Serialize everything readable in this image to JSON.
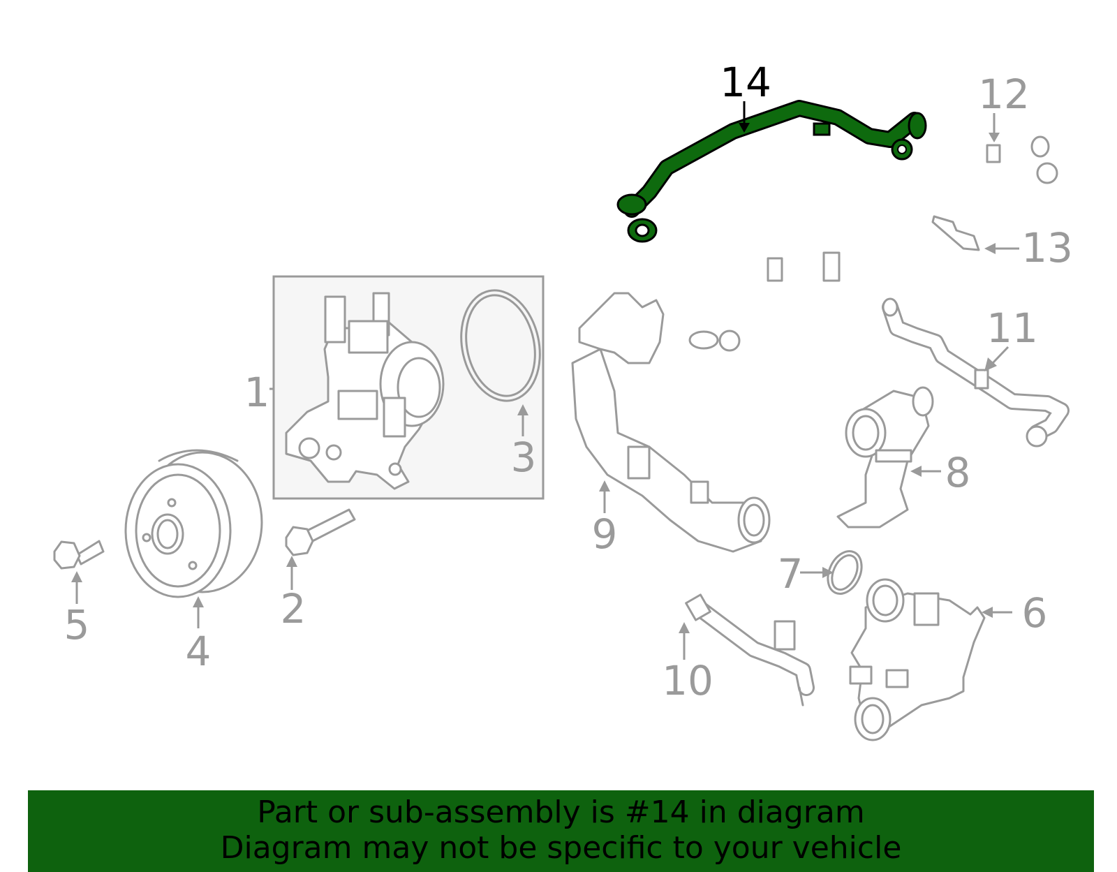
{
  "callouts": {
    "c1": "1",
    "c2": "2",
    "c3": "3",
    "c4": "4",
    "c5": "5",
    "c6": "6",
    "c7": "7",
    "c8": "8",
    "c9": "9",
    "c10": "10",
    "c11": "11",
    "c12": "12",
    "c13": "13",
    "c14": "14"
  },
  "highlight": {
    "part_number": "14",
    "color": "#0e6a0e"
  },
  "colors": {
    "outline": "#9a9a9a",
    "banner": "#0e620e",
    "kit_box_fill": "#f6f6f6"
  },
  "banner": {
    "line1": "Part or sub-assembly is #14 in diagram",
    "line2": "Diagram may not be specific to your vehicle"
  }
}
